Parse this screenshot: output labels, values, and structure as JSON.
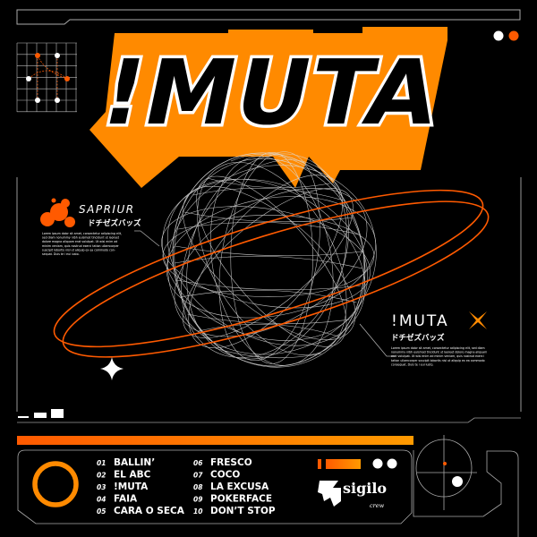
{
  "cover": {
    "title": "!MUTA",
    "artist": "SAPRIUR",
    "colors": {
      "background": "#000000",
      "accent": "#ff8a00",
      "accent_dark": "#ff5a00",
      "line": "#bdbdbd",
      "text": "#ffffff"
    }
  },
  "label_left": {
    "title": "SAPRIUR",
    "subtitle": "ドチゼズバッズ",
    "body": [
      "Lorem ipsum dolor sit amet, consectetur adipiscing elit,",
      "sed diam nonummy nibh euismod tincidunt ut laoreet",
      "dolore magna aliquam erat volutpat. Ut wisi enim ad",
      "minim veniam, quis nostrud exerci tation ullamcorper",
      "suscipit lobortis nisl ut aliquip ex ea commodo con-",
      "sequat.   Duis   te   i   eui   iusto."
    ],
    "icon": "molecule-icon"
  },
  "label_right": {
    "title": "!MUTA",
    "subtitle": "ドチゼズバッズ",
    "body": [
      "Lorem ipsum dolor sit amet, consectetur adipiscing elit, sed diam",
      "nonummy nibh euismod tincidunt ut laoreet dolore magna aliquam",
      "erat volutpat. Ut wisi enim ad minim veniam, quis nostrud exerci",
      "tation ullamcorper suscipit lobortis nisl ut aliquip ex ea commodo",
      "consequat.   Duis   te   i   eui   iusto."
    ],
    "icon": "x-star-icon"
  },
  "tracklist": [
    {
      "num": "01",
      "title": "BALLIN’"
    },
    {
      "num": "02",
      "title": "EL ABC"
    },
    {
      "num": "03",
      "title": "!MUTA"
    },
    {
      "num": "04",
      "title": "FAIA"
    },
    {
      "num": "05",
      "title": "CARA O SECA"
    },
    {
      "num": "06",
      "title": "FRESCO"
    },
    {
      "num": "07",
      "title": "COCO"
    },
    {
      "num": "08",
      "title": "LA EXCUSA"
    },
    {
      "num": "09",
      "title": "POKERFACE"
    },
    {
      "num": "10",
      "title": "DON’T STOP"
    }
  ],
  "label_logo": {
    "name": "sigilo",
    "sub": "crew"
  }
}
